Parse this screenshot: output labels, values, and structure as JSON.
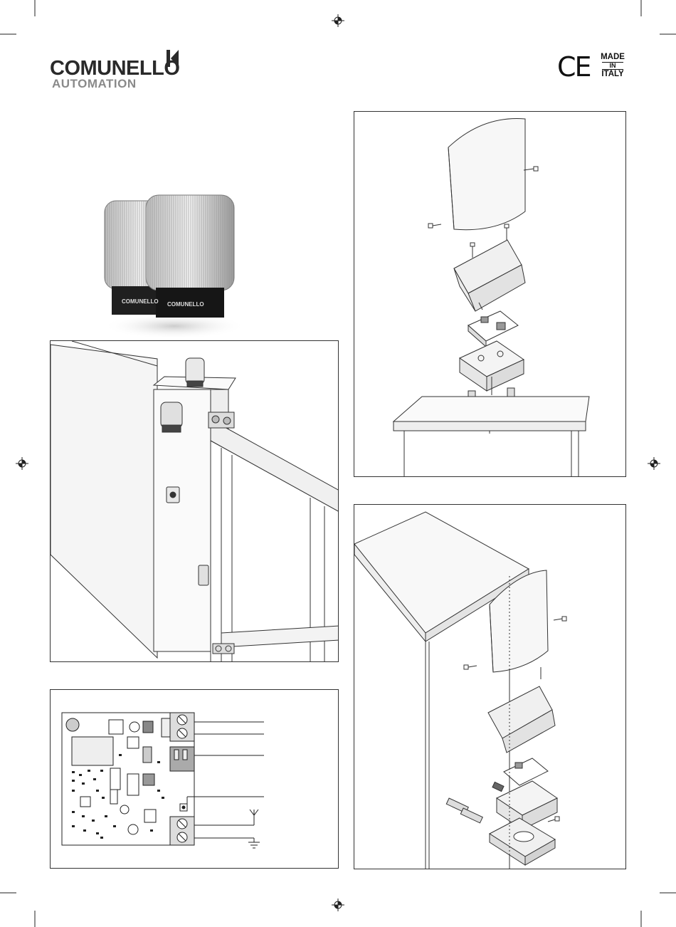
{
  "brand": {
    "name": "COMUNELLO",
    "subtitle": "AUTOMATION"
  },
  "certification": {
    "ce_mark": "CE",
    "made_in": [
      "MADE",
      "IN",
      "ITALY"
    ]
  },
  "product": {
    "housing_label": "COMUNELLO"
  },
  "colors": {
    "brand_dark": "#2a2a2a",
    "brand_grey": "#8a8a8a",
    "outline": "#333333"
  },
  "icons": [
    "crop-marks",
    "registration-mark-icon",
    "antenna-symbol-icon",
    "ground-symbol-icon"
  ]
}
